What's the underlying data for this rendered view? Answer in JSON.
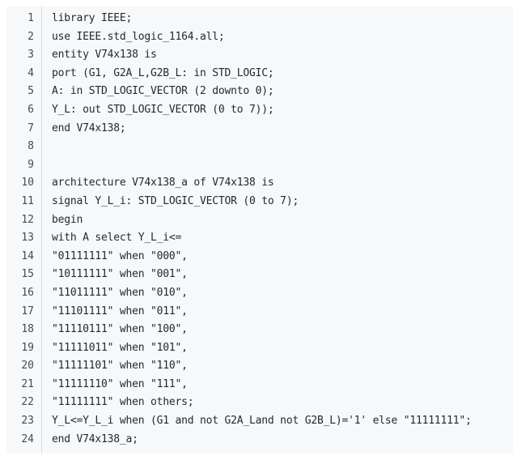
{
  "code": {
    "language": "VHDL",
    "lines": [
      {
        "number": "1",
        "text": "library IEEE;"
      },
      {
        "number": "2",
        "text": "use IEEE.std_logic_1164.all;"
      },
      {
        "number": "3",
        "text": "entity V74x138 is"
      },
      {
        "number": "4",
        "text": "port (G1, G2A_L,G2B_L: in STD_LOGIC;"
      },
      {
        "number": "5",
        "text": "A: in STD_LOGIC_VECTOR (2 downto 0);"
      },
      {
        "number": "6",
        "text": "Y_L: out STD_LOGIC_VECTOR (0 to 7));"
      },
      {
        "number": "7",
        "text": "end V74x138;"
      },
      {
        "number": "8",
        "text": ""
      },
      {
        "number": "9",
        "text": ""
      },
      {
        "number": "10",
        "text": "architecture V74x138_a of V74x138 is"
      },
      {
        "number": "11",
        "text": "signal Y_L_i: STD_LOGIC_VECTOR (0 to 7);"
      },
      {
        "number": "12",
        "text": "begin"
      },
      {
        "number": "13",
        "text": "with A select Y_L_i<="
      },
      {
        "number": "14",
        "text": "\"01111111\" when \"000\","
      },
      {
        "number": "15",
        "text": "\"10111111\" when \"001\","
      },
      {
        "number": "16",
        "text": "\"11011111\" when \"010\","
      },
      {
        "number": "17",
        "text": "\"11101111\" when \"011\","
      },
      {
        "number": "18",
        "text": "\"11110111\" when \"100\","
      },
      {
        "number": "19",
        "text": "\"11111011\" when \"101\","
      },
      {
        "number": "20",
        "text": "\"11111101\" when \"110\","
      },
      {
        "number": "21",
        "text": "\"11111110\" when \"111\","
      },
      {
        "number": "22",
        "text": "\"11111111\" when others;"
      },
      {
        "number": "23",
        "text": "Y_L<=Y_L_i when (G1 and not G2A_Land not G2B_L)='1' else \"11111111\";"
      },
      {
        "number": "24",
        "text": "end V74x138_a;"
      }
    ]
  }
}
